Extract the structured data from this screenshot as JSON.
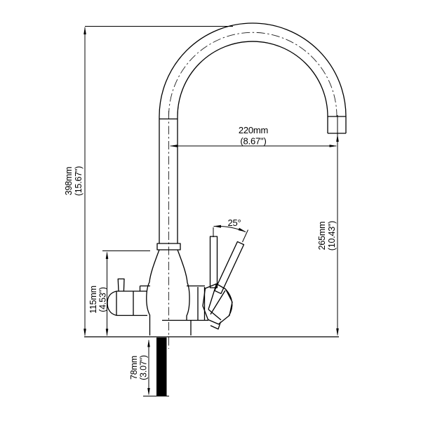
{
  "drawing": {
    "type": "faucet-dimension-diagram",
    "colors": {
      "line": "#000000",
      "background": "#ffffff",
      "shank_fill": "#000000"
    },
    "dimensions": {
      "spout_reach": {
        "mm": "220mm",
        "inch": "(8.67\")"
      },
      "overall_height": {
        "mm": "398mm",
        "inch": "(15.67\")"
      },
      "outlet_height": {
        "mm": "265mm",
        "inch": "(10.43\")"
      },
      "body_height": {
        "mm": "115mm",
        "inch": "(4.53\")"
      },
      "shank_length": {
        "mm": "78mm",
        "inch": "(3.07\")"
      },
      "handle_angle": {
        "deg": "25°"
      }
    }
  }
}
